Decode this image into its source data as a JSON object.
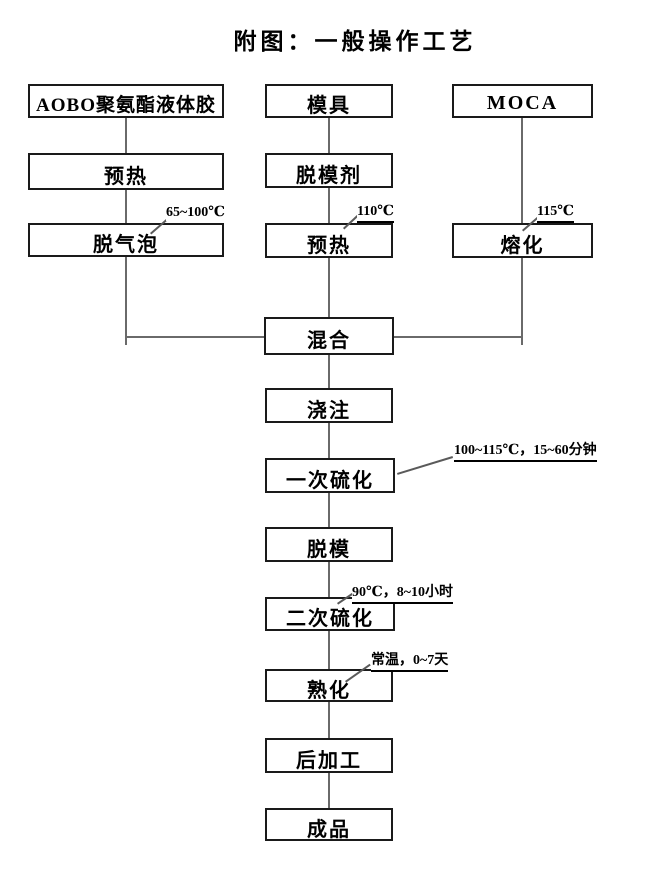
{
  "title": "附图：一般操作工艺",
  "nodes": {
    "aobo": "AOBO聚氨酯液体胶",
    "preheat_glue": "预热",
    "degas": "脱气泡",
    "mold": "模具",
    "release_agent": "脱模剂",
    "preheat_mold": "预热",
    "moca": "MOCA",
    "melt": "熔化",
    "mix": "混合",
    "pour": "浇注",
    "first_cure": "一次硫化",
    "demold": "脱模",
    "second_cure": "二次硫化",
    "mature": "熟化",
    "post_process": "后加工",
    "finished_product": "成品"
  },
  "annotations": {
    "degas_temp": "65~100℃",
    "mold_preheat_temp": "110℃",
    "melt_temp": "115℃",
    "first_cure_condition": "100~115℃，15~60分钟",
    "second_cure_condition": "90℃，8~10小时",
    "mature_condition": "常温，0~7天"
  },
  "colors": {
    "box_border": "#1a1a1a",
    "connector_line": "#6a6a6a",
    "text": "#000000",
    "background": "#ffffff"
  }
}
